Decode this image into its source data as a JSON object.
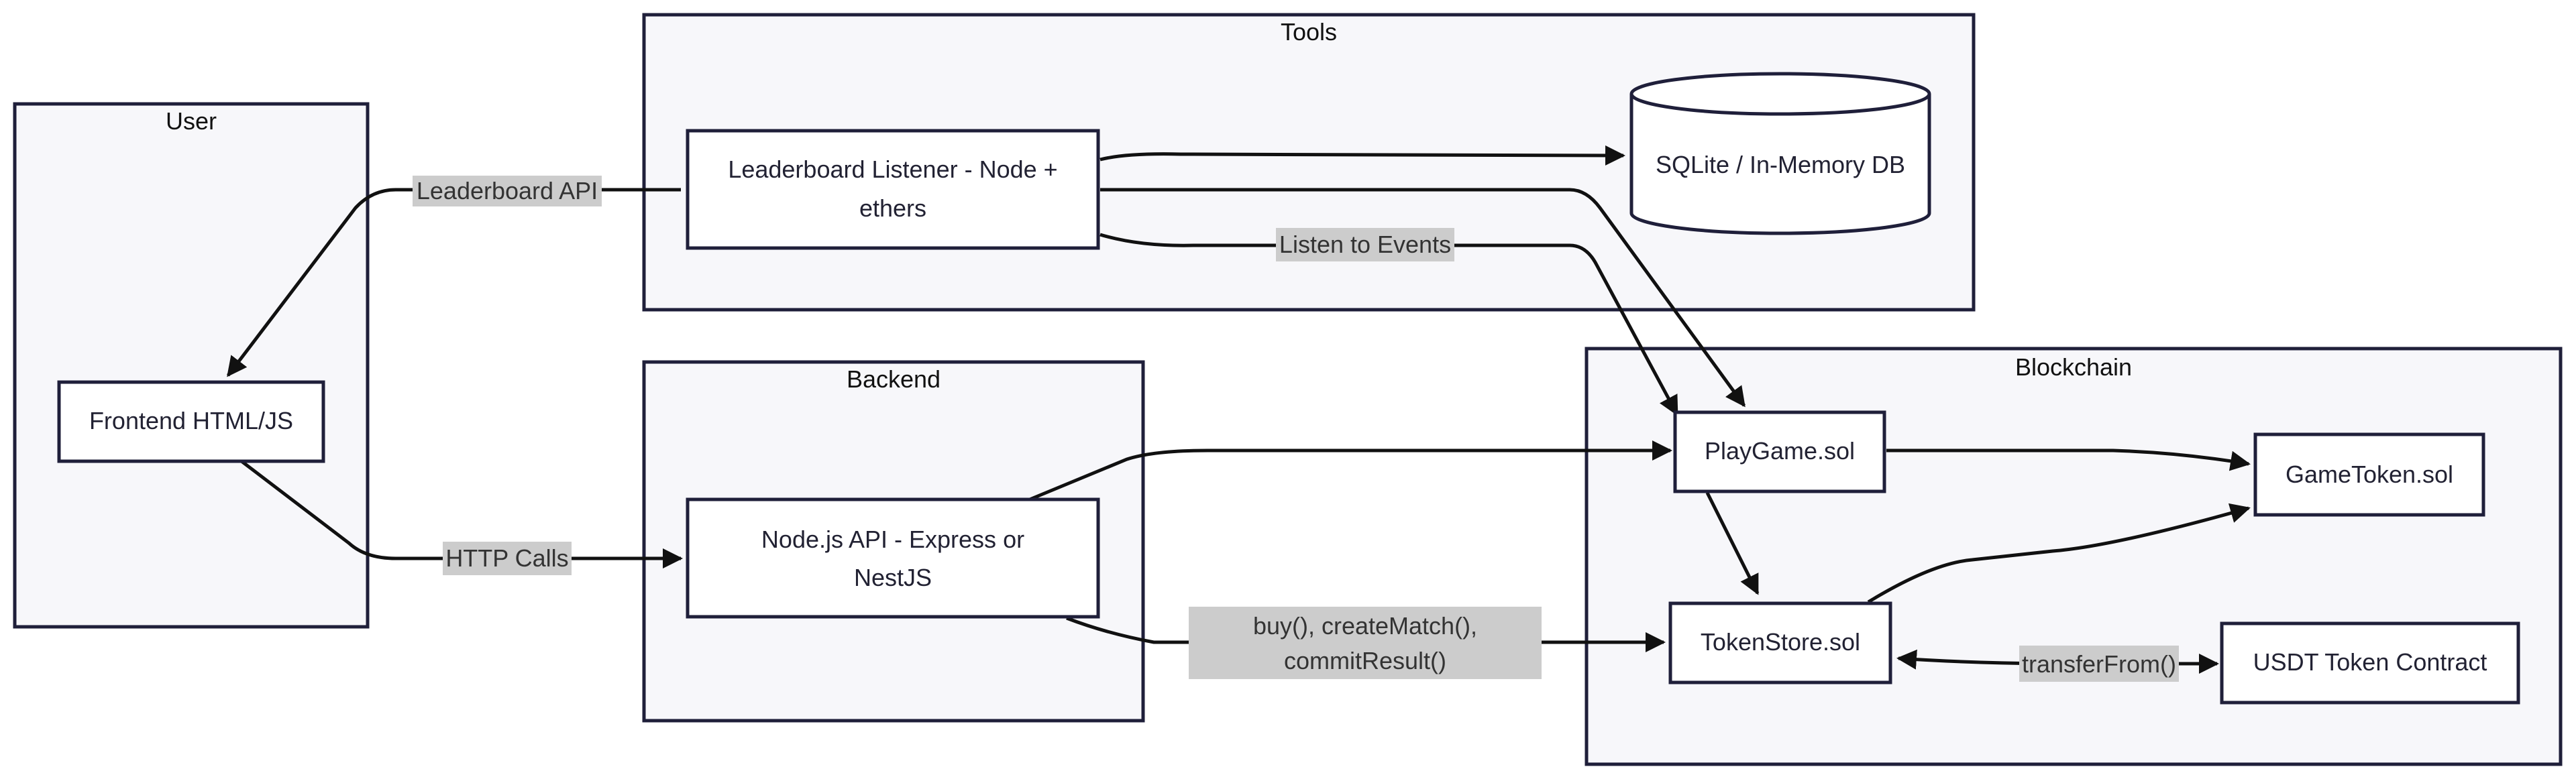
{
  "groups": {
    "user": "User",
    "tools": "Tools",
    "backend": "Backend",
    "blockchain": "Blockchain"
  },
  "nodes": {
    "frontend": "Frontend HTML/JS",
    "leaderboard_line1": "Leaderboard Listener - Node +",
    "leaderboard_line2": "ethers",
    "sqlite": "SQLite / In-Memory DB",
    "nodeapi_line1": "Node.js API - Express or",
    "nodeapi_line2": "NestJS",
    "playgame": "PlayGame.sol",
    "gametoken": "GameToken.sol",
    "tokenstore": "TokenStore.sol",
    "usdt": "USDT Token Contract"
  },
  "edges": {
    "leaderboard_api": "Leaderboard API",
    "listen_events": "Listen to Events",
    "http_calls": "HTTP Calls",
    "buy_line1": "buy(), createMatch(),",
    "buy_line2": "commitResult()",
    "transfer_from": "transferFrom()"
  }
}
